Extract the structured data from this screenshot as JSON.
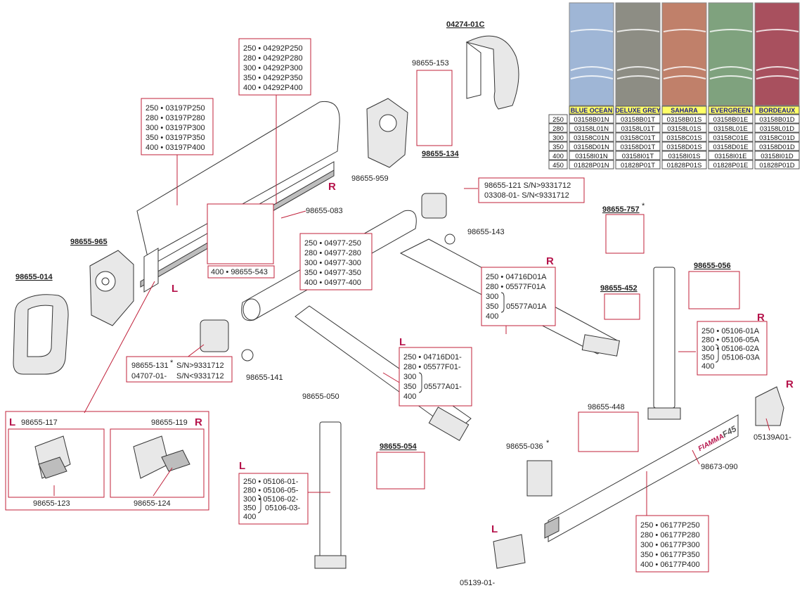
{
  "labels": {
    "p04274": "04274-01C",
    "p98655_153": "98655-153",
    "p98655_134": "98655-134",
    "p98655_959": "98655-959",
    "p98655_083": "98655-083",
    "p98655_543": "400 • 98655-543",
    "p98655_965": "98655-965",
    "p98655_014": "98655-014",
    "p98655_143": "98655-143",
    "p98655_141": "98655-141",
    "p98655_757": "98655-757",
    "p98655_056": "98655-056",
    "p98655_452": "98655-452",
    "p98655_448": "98655-448",
    "p98655_050": "98655-050",
    "p98655_054": "98655-054",
    "p98655_036": "98655-036",
    "p98673_090": "98673-090",
    "p05139A01": "05139A01-",
    "p05139_01": "05139-01-",
    "p98655_117": "98655-117",
    "p98655_119": "98655-119",
    "p98655_123": "98655-123",
    "p98655_124": "98655-124",
    "asterisk": "*"
  },
  "boxes": {
    "b04292": [
      "250 • 04292P250",
      "280 • 04292P280",
      "300 • 04292P300",
      "350 • 04292P350",
      "400 • 04292P400"
    ],
    "b03197": [
      "250 • 03197P250",
      "280 • 03197P280",
      "300 • 03197P300",
      "350 • 03197P350",
      "400 • 03197P400"
    ],
    "b04977": [
      "250 • 04977-250",
      "280 • 04977-280",
      "300 • 04977-300",
      "350 • 04977-350",
      "400 • 04977-400"
    ],
    "b98655_121": [
      "98655-121   S/N>9331712",
      "03308-01-   S/N<9331712"
    ],
    "b98655_131": [
      "98655-131",
      "S/N>9331712",
      "04707-01-",
      "S/N<9331712"
    ],
    "b04716R": [
      "250 • 04716D01A",
      "280 • 05577F01A",
      "300",
      "350",
      "400",
      "05577A01A"
    ],
    "b04716L": [
      "250 • 04716D01-",
      "280 • 05577F01-",
      "300",
      "350",
      "400",
      "05577A01-"
    ],
    "b05106R": [
      "250 • 05106-01A",
      "280 • 05106-05A",
      "300 • 05106-02A",
      "350",
      "400",
      "05106-03A"
    ],
    "b05106L": [
      "250 • 05106-01-",
      "280 • 05106-05-",
      "300 • 05106-02-",
      "350",
      "400",
      "05106-03-"
    ],
    "b06177": [
      "250 • 06177P250",
      "280 • 06177P280",
      "300 • 06177P300",
      "350 • 06177P350",
      "400 • 06177P400"
    ]
  },
  "side_marks": {
    "R": "R",
    "L": "L"
  },
  "brand": "FIAMMA",
  "model": "F45",
  "swatches": {
    "colors": [
      "#9fb6d6",
      "#8d8d84",
      "#c0806a",
      "#7fa27e",
      "#a8505e"
    ],
    "names": [
      "BLUE OCEAN",
      "DELUXE GREY",
      "SAHARA",
      "EVERGREEN",
      "BORDEAUX"
    ],
    "rows": [
      {
        "size": "250",
        "codes": [
          "03158B01N",
          "03158B01T",
          "03158B01S",
          "03158B01E",
          "03158B01D"
        ]
      },
      {
        "size": "280",
        "codes": [
          "03158L01N",
          "03158L01T",
          "03158L01S",
          "03158L01E",
          "03158L01D"
        ]
      },
      {
        "size": "300",
        "codes": [
          "03158C01N",
          "03158C01T",
          "03158C01S",
          "03158C01E",
          "03158C01D"
        ]
      },
      {
        "size": "350",
        "codes": [
          "03158D01N",
          "03158D01T",
          "03158D01S",
          "03158D01E",
          "03158D01D"
        ]
      },
      {
        "size": "400",
        "codes": [
          "03158I01N",
          "03158I01T",
          "03158I01S",
          "03158I01E",
          "03158I01D"
        ]
      },
      {
        "size": "450",
        "codes": [
          "01828P01N",
          "01828P01T",
          "01828P01S",
          "01828P01E",
          "01828P01D"
        ]
      }
    ]
  }
}
